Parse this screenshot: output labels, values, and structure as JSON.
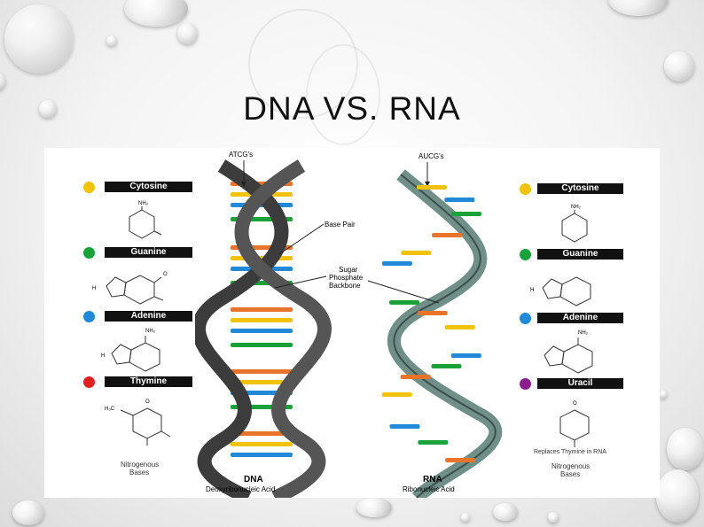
{
  "slide": {
    "title": "DNA VS. RNA"
  },
  "diagram": {
    "dna_bases": [
      {
        "name": "Cytosine",
        "color": "#f2c20c"
      },
      {
        "name": "Guanine",
        "color": "#1aa23a"
      },
      {
        "name": "Adenine",
        "color": "#2288d8"
      },
      {
        "name": "Thymine",
        "color": "#e02020"
      }
    ],
    "rna_bases": [
      {
        "name": "Cytosine",
        "color": "#f2c20c"
      },
      {
        "name": "Guanine",
        "color": "#1aa23a"
      },
      {
        "name": "Adenine",
        "color": "#2288d8"
      },
      {
        "name": "Uracil",
        "color": "#8c1f8c"
      }
    ],
    "dna_top_label": "ATCG's",
    "rna_top_label": "AUCG's",
    "base_pair_label": "Base Pair",
    "backbone_label": [
      "Sugar",
      "Phosphate",
      "Backbone"
    ],
    "dna_label": "DNA",
    "dna_sublabel": "Deoxyribonucleic Acid",
    "rna_label": "RNA",
    "rna_sublabel": "Ribonucleic Acid",
    "left_footer": [
      "Nitrogenous",
      "Bases"
    ],
    "right_note": "Replaces Thymine in RNA",
    "right_footer": [
      "Nitrogenous",
      "Bases"
    ],
    "chem_labels": {
      "nh2": "NH₂",
      "h": "H",
      "o": "O",
      "h3c": "H₃C"
    }
  }
}
